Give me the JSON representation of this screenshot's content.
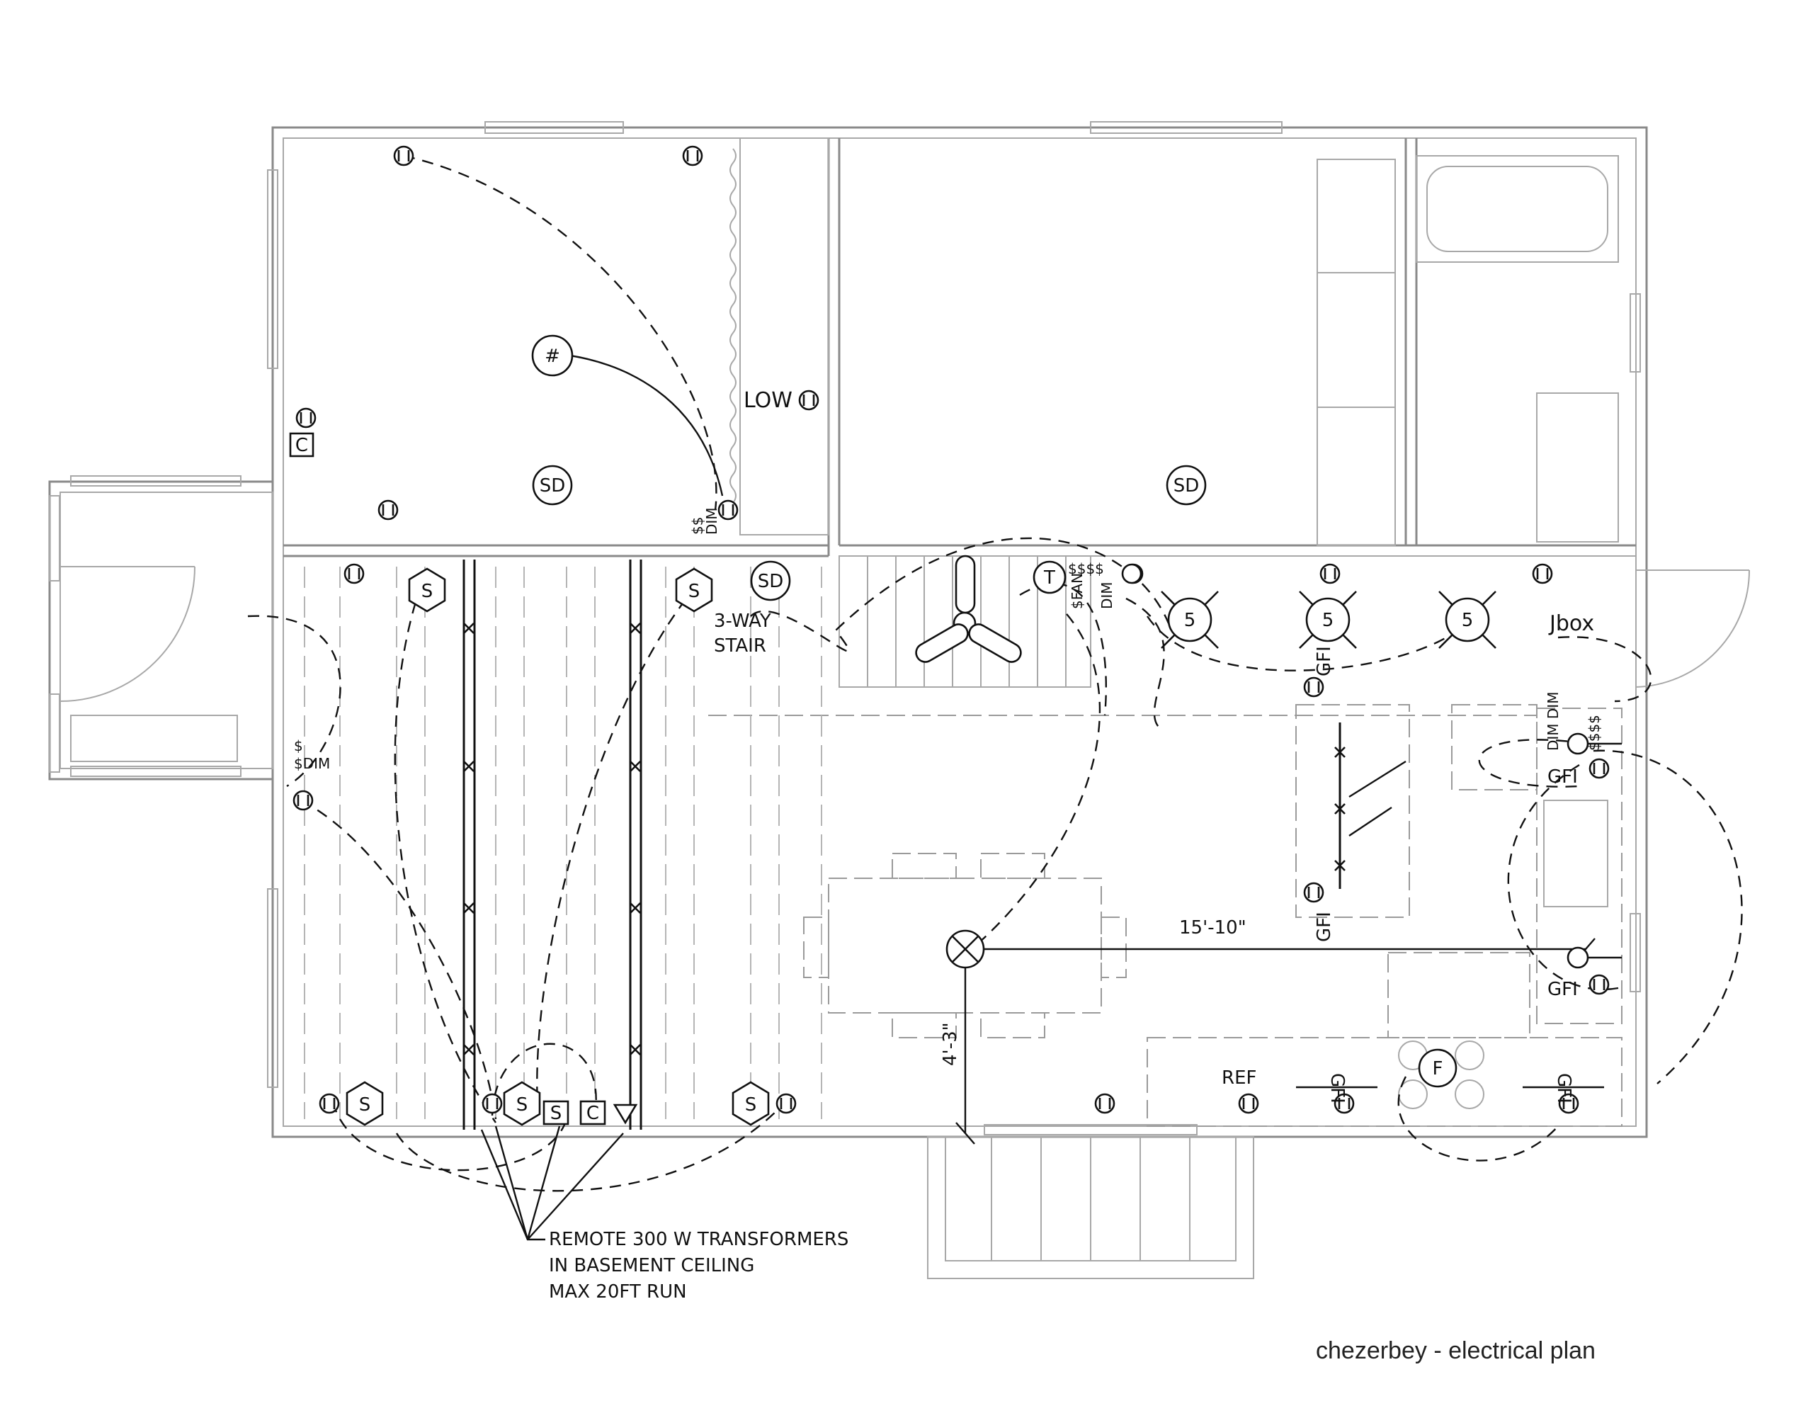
{
  "title": "chezerbey - electrical plan",
  "notes": {
    "transformer_line1": "REMOTE 300 W TRANSFORMERS",
    "transformer_line2": "IN BASEMENT CEILING",
    "transformer_line3": "MAX 20FT RUN"
  },
  "dimensions": {
    "horizontal": "15'-10\"",
    "vertical": "4'-3\""
  },
  "labels": {
    "smoke": "SD",
    "sconce": "S",
    "low": "LOW",
    "stair_line1": "3-WAY",
    "stair_line2": "STAIR",
    "jbox": "Jbox",
    "gfi": "GFI",
    "ref": "REF",
    "fan_symbol": "F",
    "thermostat": "T",
    "pendant_count": "5",
    "hash": "#",
    "cable": "C",
    "switch_pair": "$$",
    "switch_dim": "$DIM",
    "switch_single": "$",
    "dim": "DIM",
    "fan_switch": "$FAN",
    "switch_bank": "$$$$",
    "dim_stack": "DIM DIM",
    "count_stack": "$$$$"
  },
  "colors": {
    "wall": "#8a8a8a",
    "ink": "#111111"
  }
}
